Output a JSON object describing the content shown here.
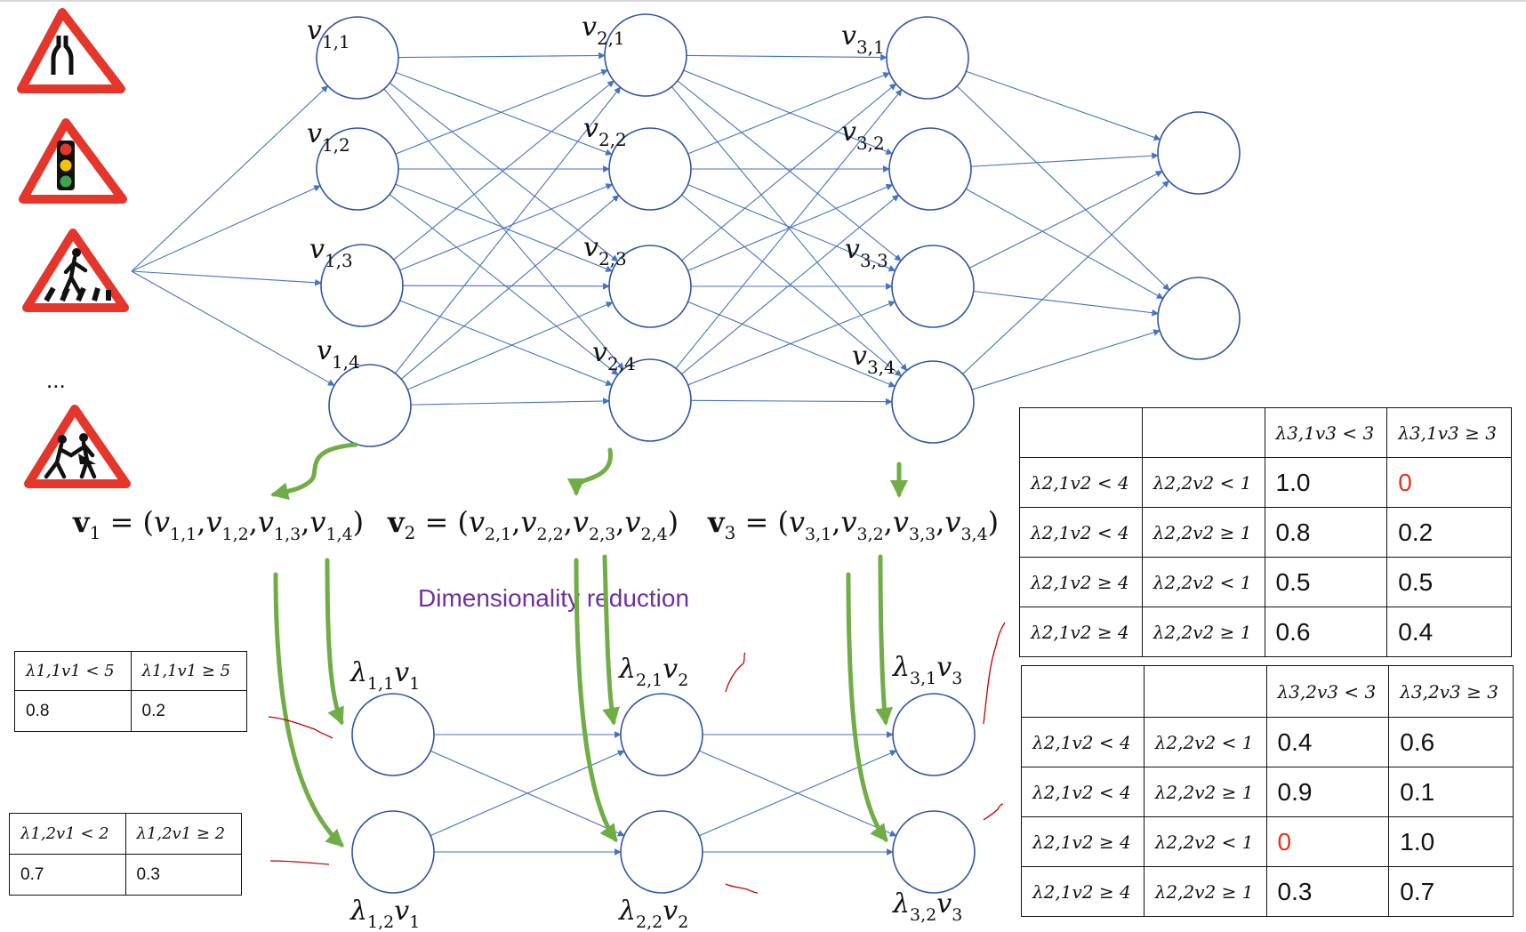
{
  "icons": {
    "ellipsis": "...",
    "signs": [
      "road-narrows-sign-icon",
      "traffic-light-sign-icon",
      "pedestrian-crossing-sign-icon",
      "children-crossing-sign-icon"
    ]
  },
  "layer1_labels": [
    "v1,1",
    "v1,2",
    "v1,3",
    "v1,4"
  ],
  "layer2_labels": [
    "v2,1",
    "v2,2",
    "v2,3",
    "v2,4"
  ],
  "layer3_labels": [
    "v3,1",
    "v3,2",
    "v3,3",
    "v3,4"
  ],
  "vectors": {
    "v1": "v1 = (v1,1,v1,2,v1,3,v1,4)",
    "v2": "v2 = (v2,1,v2,2,v2,3,v2,4)",
    "v3": "v3 = (v3,1,v3,2,v3,3,v3,4)"
  },
  "dimensionality_reduction": "Dimensionality reduction",
  "reduced_labels": {
    "l11": "λ1,1v1",
    "l12": "λ1,2v1",
    "l21": "λ2,1v2",
    "l22": "λ2,2v2",
    "l31": "λ3,1v3",
    "l32": "λ3,2v3"
  },
  "colors": {
    "edge": "#4472c4",
    "node": "#2f55a4",
    "arrow": "#70ad47",
    "purple": "#7030a0",
    "zero_red": "#e8321e",
    "annot_red": "#c00000"
  },
  "table_l11": {
    "headers": [
      "λ1,1v1 < 5",
      "λ1,1v1 ≥ 5"
    ],
    "values": [
      "0.8",
      "0.2"
    ]
  },
  "table_l12": {
    "headers": [
      "λ1,2v1 < 2",
      "λ1,2v1 ≥ 2"
    ],
    "values": [
      "0.7",
      "0.3"
    ]
  },
  "table_l31": {
    "headers": [
      "",
      "",
      "λ3,1v3 < 3",
      "λ3,1v3 ≥ 3"
    ],
    "rows": [
      [
        "λ2,1v2 < 4",
        "λ2,2v2 < 1",
        "1.0",
        "0"
      ],
      [
        "λ2,1v2 < 4",
        "λ2,2v2 ≥ 1",
        "0.8",
        "0.2"
      ],
      [
        "λ2,1v2 ≥ 4",
        "λ2,2v2 < 1",
        "0.5",
        "0.5"
      ],
      [
        "λ2,1v2 ≥ 4",
        "λ2,2v2 ≥ 1",
        "0.6",
        "0.4"
      ]
    ]
  },
  "table_l32": {
    "headers": [
      "",
      "",
      "λ3,2v3 < 3",
      "λ3,2v3 ≥ 3"
    ],
    "rows": [
      [
        "λ2,1v2 < 4",
        "λ2,2v2 < 1",
        "0.4",
        "0.6"
      ],
      [
        "λ2,1v2 < 4",
        "λ2,2v2 ≥ 1",
        "0.9",
        "0.1"
      ],
      [
        "λ2,1v2 ≥ 4",
        "λ2,2v2 < 1",
        "0",
        "1.0"
      ],
      [
        "λ2,1v2 ≥ 4",
        "λ2,2v2 ≥ 1",
        "0.3",
        "0.7"
      ]
    ]
  }
}
